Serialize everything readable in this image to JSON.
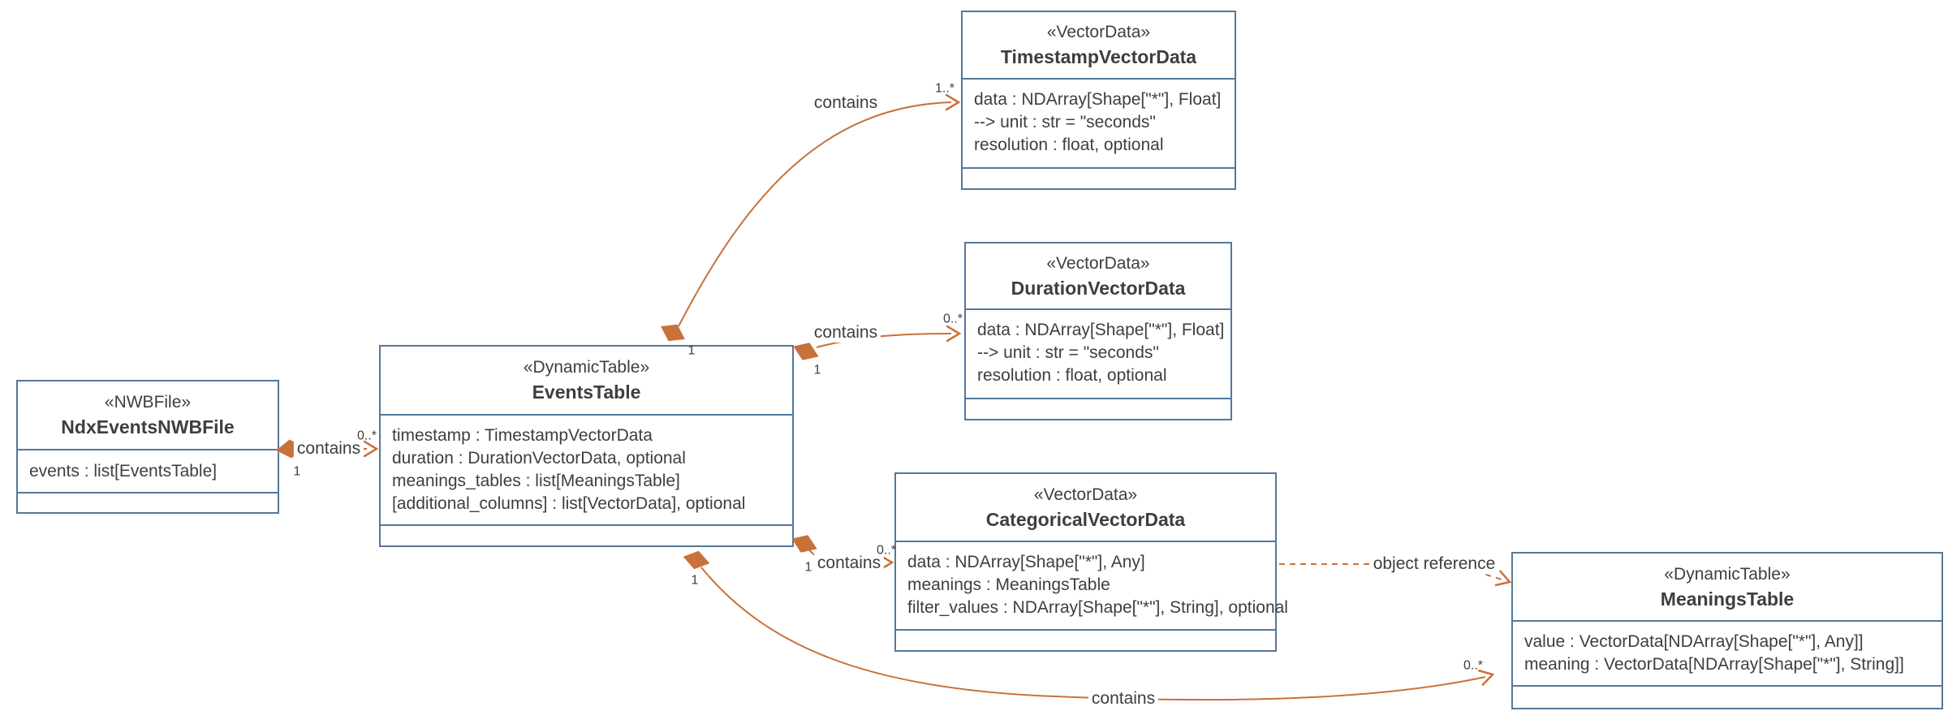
{
  "diagram": {
    "type": "uml-class-diagram",
    "classes": [
      {
        "stereotype": "«NWBFile»",
        "name": "NdxEventsNWBFile",
        "attributes": [
          "events : list[EventsTable]"
        ]
      },
      {
        "stereotype": "«DynamicTable»",
        "name": "EventsTable",
        "attributes": [
          "timestamp : TimestampVectorData",
          "duration : DurationVectorData, optional",
          "meanings_tables : list[MeaningsTable]",
          "[additional_columns] : list[VectorData], optional"
        ]
      },
      {
        "stereotype": "«VectorData»",
        "name": "TimestampVectorData",
        "attributes": [
          "data : NDArray[Shape[\"*\"], Float]",
          "--> unit : str = \"seconds\"",
          "resolution : float, optional"
        ]
      },
      {
        "stereotype": "«VectorData»",
        "name": "DurationVectorData",
        "attributes": [
          "data : NDArray[Shape[\"*\"], Float]",
          "--> unit : str = \"seconds\"",
          "resolution : float, optional"
        ]
      },
      {
        "stereotype": "«VectorData»",
        "name": "CategoricalVectorData",
        "attributes": [
          "data : NDArray[Shape[\"*\"], Any]",
          "meanings : MeaningsTable",
          "filter_values : NDArray[Shape[\"*\"], String], optional"
        ]
      },
      {
        "stereotype": "«DynamicTable»",
        "name": "MeaningsTable",
        "attributes": [
          "value : VectorData[NDArray[Shape[\"*\"], Any]]",
          "meaning : VectorData[NDArray[Shape[\"*\"], String]]"
        ]
      }
    ],
    "relationships": [
      {
        "from": "NdxEventsNWBFile",
        "to": "EventsTable",
        "type": "composition",
        "label": "contains",
        "source_multiplicity": "1",
        "target_multiplicity": "0..*"
      },
      {
        "from": "EventsTable",
        "to": "TimestampVectorData",
        "type": "composition",
        "label": "contains",
        "source_multiplicity": "1",
        "target_multiplicity": "1..*"
      },
      {
        "from": "EventsTable",
        "to": "DurationVectorData",
        "type": "composition",
        "label": "contains",
        "source_multiplicity": "1",
        "target_multiplicity": "0..*"
      },
      {
        "from": "EventsTable",
        "to": "CategoricalVectorData",
        "type": "composition",
        "label": "contains",
        "source_multiplicity": "1",
        "target_multiplicity": "0..*"
      },
      {
        "from": "EventsTable",
        "to": "MeaningsTable",
        "type": "composition",
        "label": "contains",
        "source_multiplicity": "1",
        "target_multiplicity": "0..*"
      },
      {
        "from": "CategoricalVectorData",
        "to": "MeaningsTable",
        "type": "reference",
        "label": "object reference"
      }
    ],
    "colors": {
      "box_border": "#54789b",
      "relation": "#c9713a",
      "text": "#3e3e3e",
      "background": "#ffffff"
    }
  }
}
